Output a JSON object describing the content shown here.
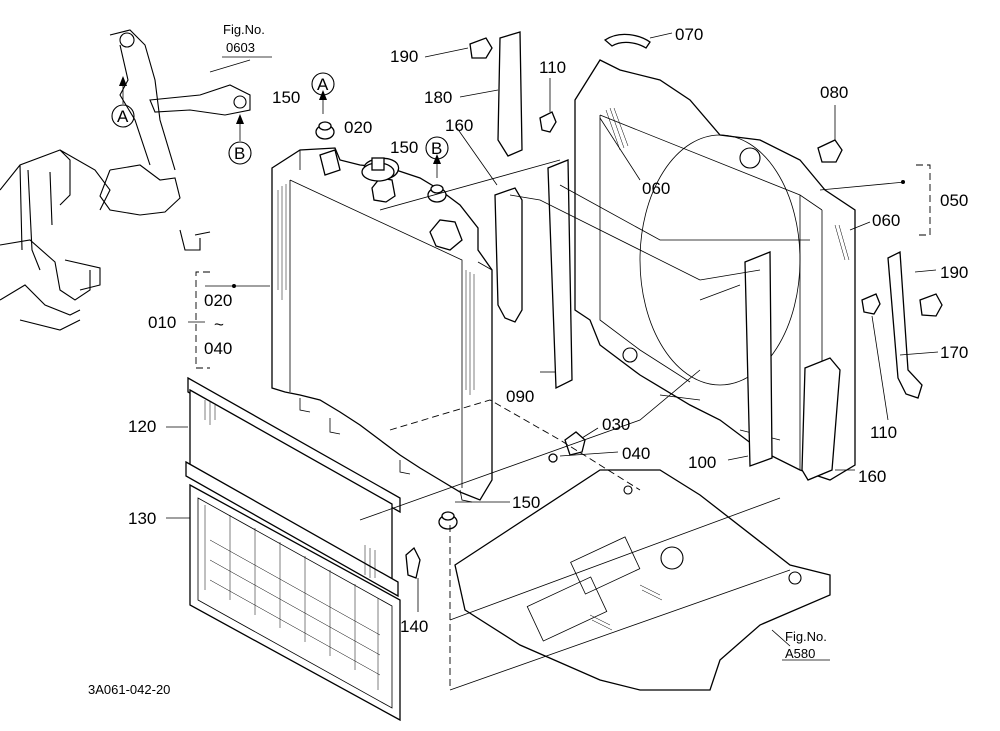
{
  "labels": {
    "p010": "010",
    "p020": "020",
    "p020b": "020",
    "p030": "030",
    "p040": "040",
    "p040b": "040",
    "tilde": "~",
    "p050": "050",
    "p060a": "060",
    "p060b": "060",
    "p070": "070",
    "p080": "080",
    "p090": "090",
    "p100": "100",
    "p110a": "110",
    "p110b": "110",
    "p120": "120",
    "p130": "130",
    "p140": "140",
    "p150a": "150",
    "p150b": "150",
    "p150c": "150",
    "p160a": "160",
    "p160b": "160",
    "p170": "170",
    "p180": "180",
    "p190a": "190",
    "p190b": "190"
  },
  "refs": {
    "a1": "A",
    "a2": "A",
    "b1": "B",
    "b2": "B"
  },
  "fig_refs": {
    "fig_top_line1": "Fig.No.",
    "fig_top_line2": "0603",
    "fig_bottom_line1": "Fig.No.",
    "fig_bottom_line2": "A580"
  },
  "drawing_code": "3A061-042-20"
}
